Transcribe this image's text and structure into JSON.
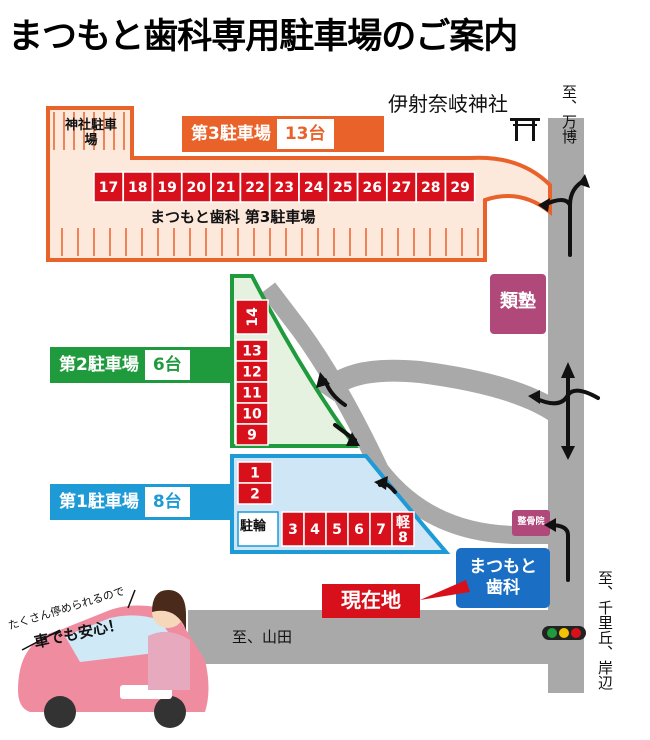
{
  "title": "まつもと歯科専用駐車場のご案内",
  "landmarks": {
    "shrine": "伊射奈岐神社",
    "shrine_lot": "神社駐車場",
    "juku": "類塾",
    "seikotsu": "整骨院",
    "clinic": "まつもと歯科",
    "current": "現在地",
    "bicycle": "駐輪"
  },
  "directions": {
    "north": "至、万博",
    "southeast": "至、千里丘、岸辺",
    "west": "至、山田"
  },
  "lot3": {
    "name": "第3駐車場",
    "count": "13台",
    "inner_label": "まつもと歯科 第3駐車場",
    "slots": [
      "17",
      "18",
      "19",
      "20",
      "21",
      "22",
      "23",
      "24",
      "25",
      "26",
      "27",
      "28",
      "29"
    ]
  },
  "lot2": {
    "name": "第2駐車場",
    "count": "6台",
    "slots": [
      "14",
      "13",
      "12",
      "11",
      "10",
      "9"
    ]
  },
  "lot1": {
    "name": "第1駐車場",
    "count": "8台",
    "slots": [
      "1",
      "2",
      "3",
      "4",
      "5",
      "6",
      "7"
    ],
    "kei": "軽8"
  },
  "bubble": {
    "line1": "たくさん停められるので",
    "line2": "車でも安心！"
  },
  "colors": {
    "lot3": "#e8622a",
    "lot2": "#1f9a3c",
    "lot1": "#1e9ad6",
    "slot": "#d8101c",
    "road": "#a9a9a9",
    "juku": "#b0487a",
    "clinic": "#1a6fc4"
  }
}
